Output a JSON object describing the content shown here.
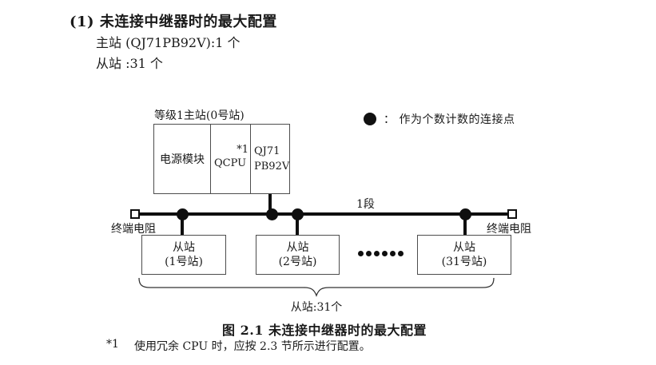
{
  "header": {
    "heading": "(1) 未连接中继器时的最大配置",
    "master_count_line": "主站 (QJ71PB92V):1 个",
    "slave_count_line": "从站 :31 个"
  },
  "diagram": {
    "master_label": "等级1主站(0号站)",
    "master_cells": {
      "power": "电源模块",
      "cpu": "QCPU",
      "cpu_note": "*1",
      "pb_line1": "QJ71",
      "pb_line2": "PB92V"
    },
    "legend_text": "：  作为个数计数的连接点",
    "segment_label": "1段",
    "terminator_left": "终端电阻",
    "terminator_right": "终端电阻",
    "slaves": [
      {
        "line1": "从站",
        "line2": "(1号站)"
      },
      {
        "line1": "从站",
        "line2": "(2号站)"
      },
      {
        "line1": "从站",
        "line2": "(31号站)"
      }
    ],
    "brace_label": "从站:31个"
  },
  "caption": "图 2.1 未连接中继器时的最大配置",
  "footnote": {
    "marker": "*1",
    "text": "使用冗余 CPU 时，应按 2.3 节所示进行配置。"
  },
  "colors": {
    "ink": "#1a1a1a",
    "line_black": "#0f0f0f",
    "border_gray": "#4d4d4d"
  }
}
